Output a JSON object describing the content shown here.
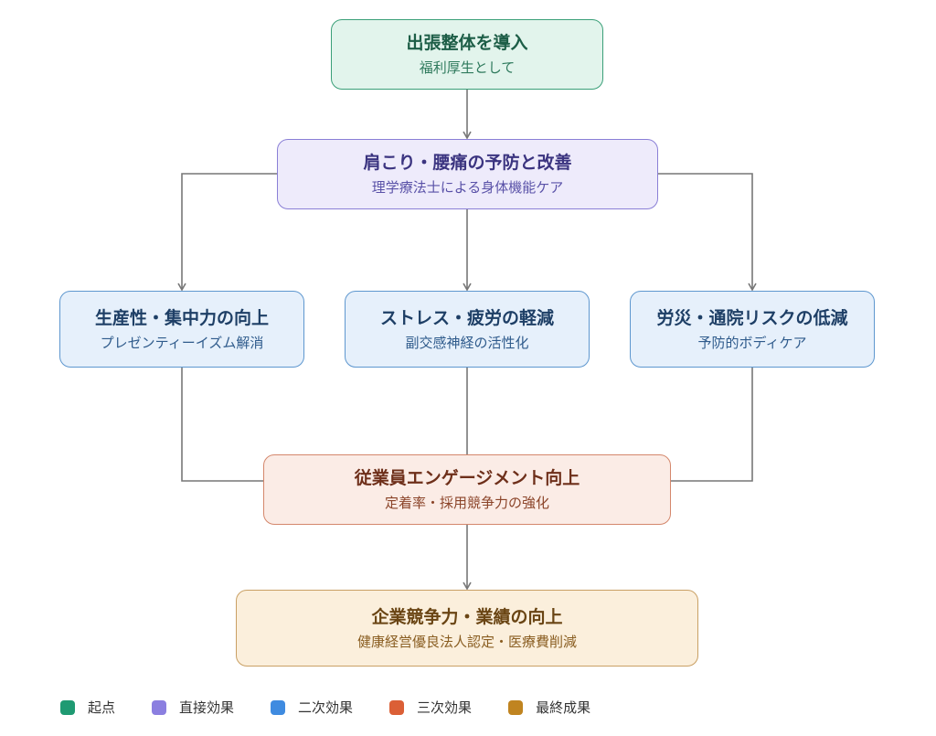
{
  "nodes": {
    "start": {
      "title": "出張整体を導入",
      "subtitle": "福利厚生として"
    },
    "direct": {
      "title": "肩こり・腰痛の予防と改善",
      "subtitle": "理学療法士による身体機能ケア"
    },
    "productivity": {
      "title": "生産性・集中力の向上",
      "subtitle": "プレゼンティーイズム解消"
    },
    "stress": {
      "title": "ストレス・疲労の軽減",
      "subtitle": "副交感神経の活性化"
    },
    "risk": {
      "title": "労災・通院リスクの低減",
      "subtitle": "予防的ボディケア"
    },
    "engagement": {
      "title": "従業員エンゲージメント向上",
      "subtitle": "定着率・採用競争力の強化"
    },
    "final": {
      "title": "企業競争力・業績の向上",
      "subtitle": "健康経営優良法人認定・医療費削減"
    }
  },
  "legend": [
    {
      "label": "起点",
      "color": "#1f9a72"
    },
    {
      "label": "直接効果",
      "color": "#8b7fe0"
    },
    {
      "label": "二次効果",
      "color": "#3f8be0"
    },
    {
      "label": "三次効果",
      "color": "#db5f36"
    },
    {
      "label": "最終成果",
      "color": "#c08420"
    }
  ],
  "colors": {
    "edge": "#777777"
  }
}
